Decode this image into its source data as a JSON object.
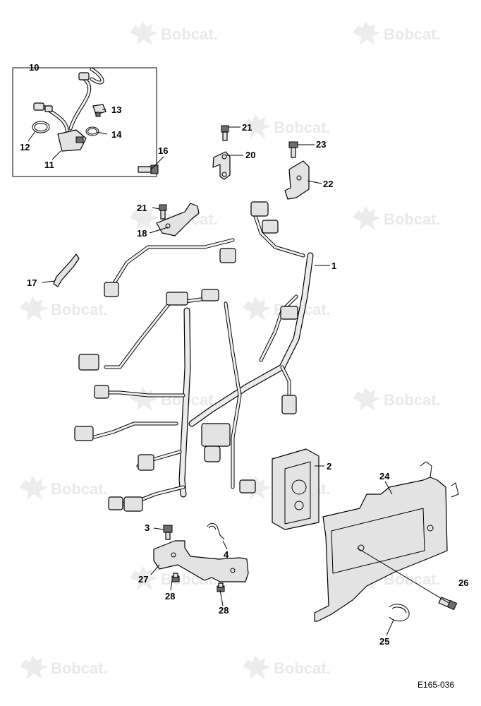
{
  "watermark": {
    "text": "Bobcat."
  },
  "figure_code": "E165-036",
  "callouts": [
    {
      "label": "10"
    },
    {
      "label": "13"
    },
    {
      "label": "14"
    },
    {
      "label": "12"
    },
    {
      "label": "11"
    },
    {
      "label": "16"
    },
    {
      "label": "21"
    },
    {
      "label": "20"
    },
    {
      "label": "23"
    },
    {
      "label": "22"
    },
    {
      "label": "21"
    },
    {
      "label": "18"
    },
    {
      "label": "1"
    },
    {
      "label": "17"
    },
    {
      "label": "2"
    },
    {
      "label": "24"
    },
    {
      "label": "3"
    },
    {
      "label": "4"
    },
    {
      "label": "27"
    },
    {
      "label": "28"
    },
    {
      "label": "28"
    },
    {
      "label": "26"
    },
    {
      "label": "25"
    }
  ]
}
